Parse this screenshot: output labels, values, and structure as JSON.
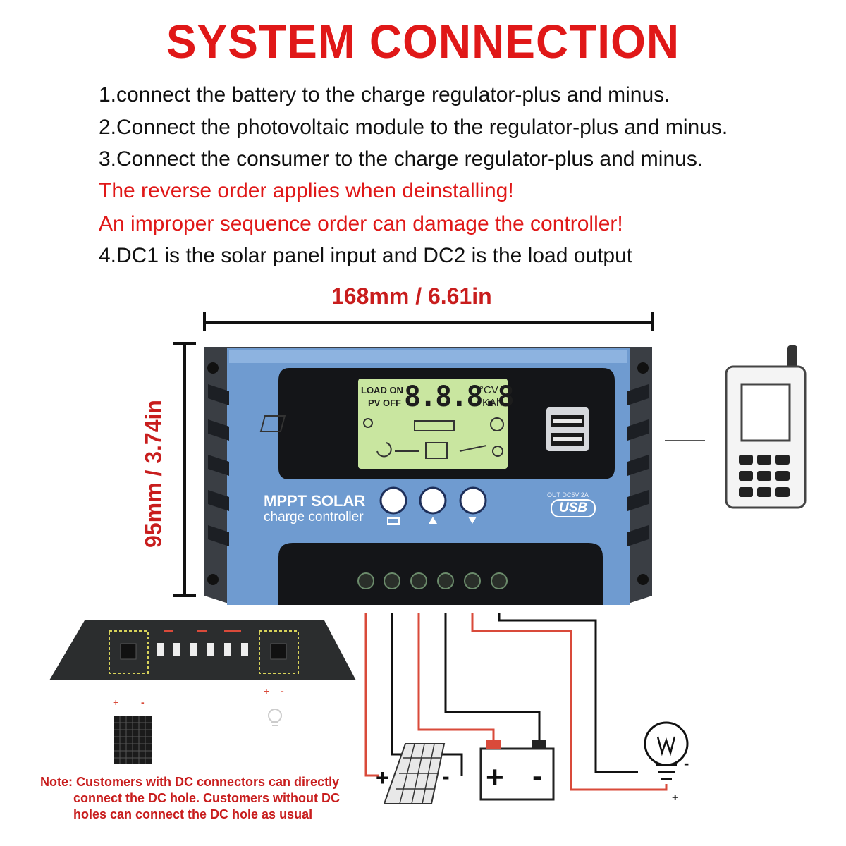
{
  "title": "SYSTEM CONNECTION",
  "steps": [
    {
      "text": "1.connect the battery to the charge regulator-plus and minus.",
      "color": "#111111"
    },
    {
      "text": "2.Connect the photovoltaic module to the regulator-plus and minus.",
      "color": "#111111"
    },
    {
      "text": "3.Connect the consumer to the charge regulator-plus and minus.",
      "color": "#111111"
    },
    {
      "text": "The reverse order applies when deinstalling!",
      "color": "#e01818"
    },
    {
      "text": "An improper sequence order can damage the controller!",
      "color": "#e01818"
    },
    {
      "text": "4.DC1 is the solar panel input and DC2 is the load output",
      "color": "#111111"
    }
  ],
  "dimensions": {
    "width": "168mm / 6.61in",
    "height": "95mm / 3.74in"
  },
  "controller": {
    "brand_line1": "MPPT SOLAR",
    "brand_line2": "charge controller",
    "lcd_load_on": "LOAD ON",
    "lcd_pv_off": "PV OFF",
    "lcd_digits": "8.8.8.8",
    "lcd_unit_top": "°CV",
    "lcd_unit_bottom": "KAh",
    "usb_spec": "OUT DC5V 2A",
    "usb_label": "USB"
  },
  "wiring": {
    "plus": "+",
    "minus": "-"
  },
  "note": {
    "line1": "Note: Customers with DC connectors can directly",
    "line2": "connect the DC hole. Customers without DC",
    "line3": "holes can connect the DC hole as usual"
  },
  "colors": {
    "title_red": "#e01818",
    "body_blue": "#6f9bd0",
    "lcd_green": "#c9e6a0",
    "wire_red": "#d94a3a",
    "wire_black": "#111111"
  }
}
